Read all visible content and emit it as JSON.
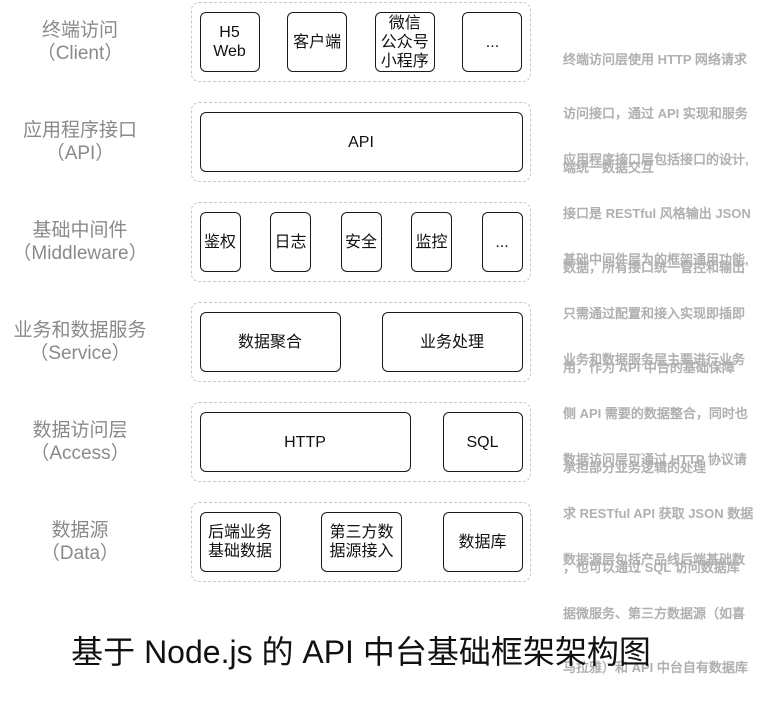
{
  "title": "基于 Node.js 的 API 中台基础框架架构图",
  "colors": {
    "label": "#8a8a8a",
    "desc": "#b0b0b0",
    "frame": "#c8c8c8",
    "box": "#1a1a1a",
    "ink": "#111111"
  },
  "layers": [
    {
      "name": "终端访问",
      "name_en": "（Client）",
      "boxes": [
        "H5\nWeb",
        "客户端",
        "微信\n公众号\n小程序",
        "..."
      ],
      "description": [
        "终端访问层使用 HTTP 网络请求",
        "访问接口，通过 API 实现和服务",
        "端统一数据交互"
      ]
    },
    {
      "name": "应用程序接口",
      "name_en": "（API）",
      "boxes": [
        "API"
      ],
      "description": [
        "应用程序接口层包括接口的设计,",
        "接口是 RESTful 风格输出 JSON",
        "数据，所有接口统一管控和输出"
      ]
    },
    {
      "name": "基础中间件",
      "name_en": "（Middleware）",
      "boxes": [
        "鉴权",
        "日志",
        "安全",
        "监控",
        "..."
      ],
      "description": [
        "基础中间件层为的框架通用功能,",
        "只需通过配置和接入实现即插即",
        "用，作为 API 中台的基础保障"
      ]
    },
    {
      "name": "业务和数据服务",
      "name_en": "（Service）",
      "boxes": [
        "数据聚合",
        "业务处理"
      ],
      "description": [
        "业务和数据服务层主要进行业务",
        "侧 API 需要的数据整合，同时也",
        "承担部分业务逻辑的处理"
      ]
    },
    {
      "name": "数据访问层",
      "name_en": "（Access）",
      "boxes": [
        "HTTP",
        "SQL"
      ],
      "description": [
        "数据访问层可通过 HTTP 协议请",
        "求 RESTful API 获取 JSON 数据",
        "，也可以通过 SQL 访问数据库"
      ]
    },
    {
      "name": "数据源",
      "name_en": "（Data）",
      "boxes": [
        "后端业务\n基础数据",
        "第三方数\n据源接入",
        "数据库"
      ],
      "description": [
        "数据源层包括产品线后端基础数",
        "据微服务、第三方数据源（如喜",
        "马拉雅）和 API 中台自有数据库"
      ]
    }
  ]
}
